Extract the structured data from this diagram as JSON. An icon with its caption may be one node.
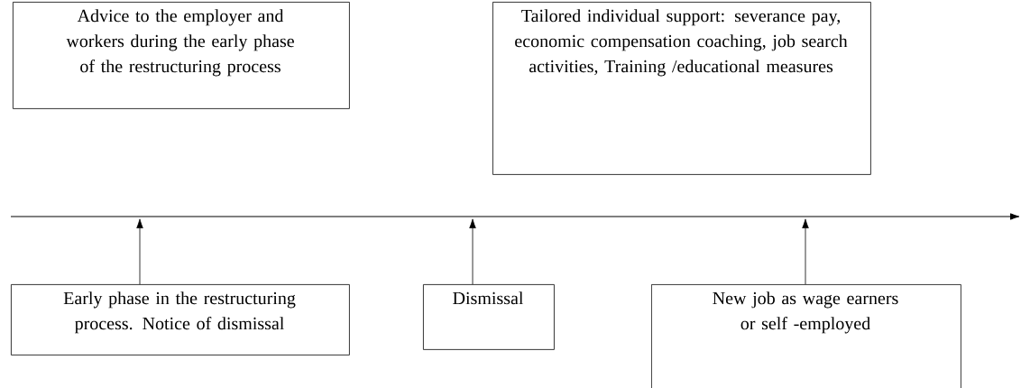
{
  "diagram": {
    "nodes": [
      {
        "text": [
          "Advice to the employer and workers during the early phase of the restructuring process"
        ]
      },
      {
        "text": [
          "Tailored individual support: severance pay, economic compensation coaching, job search activities, Training /educational measures"
        ]
      },
      {
        "text": [
          "Early phase in the restructuring process. Notice of dismissal"
        ]
      },
      {
        "text": [
          "Dismissal"
        ]
      },
      {
        "text": [
          "New job as wage earners or self -employed"
        ]
      }
    ],
    "edges": [
      {
        "from": 2,
        "to": null,
        "arrow": "to"
      },
      {
        "from": 3,
        "to": null,
        "arrow": "to"
      },
      {
        "from": 4,
        "to": null,
        "arrow": "to"
      }
    ]
  }
}
